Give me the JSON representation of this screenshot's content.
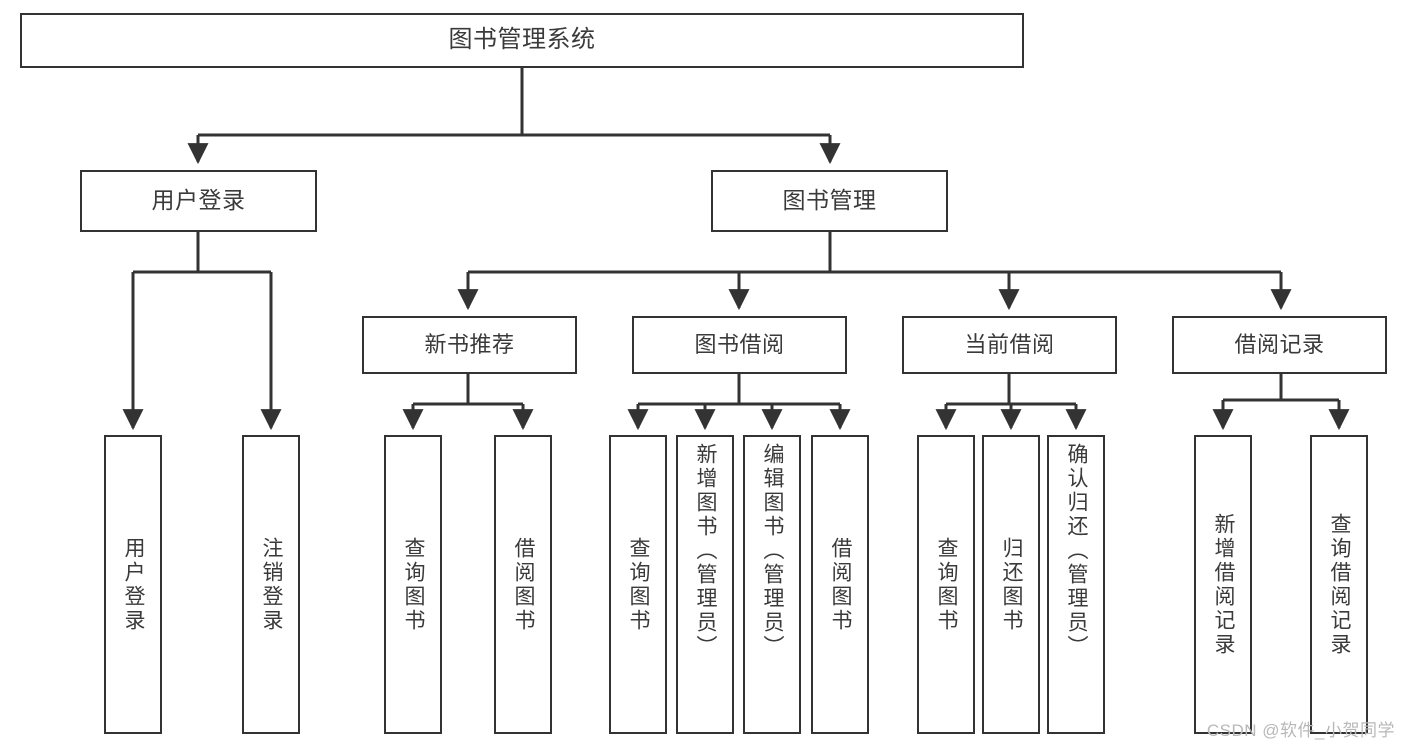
{
  "diagram": {
    "title": "图书管理系统",
    "type": "tree-hierarchy-diagram",
    "watermark": "CSDN @软件_小贺同学",
    "colors": {
      "box_border": "#333333",
      "box_fill": "#ffffff",
      "edge": "#333333",
      "text": "#3a3a3a",
      "watermark": "#b8b8b8",
      "background": "#ffffff"
    },
    "root": {
      "label": "图书管理系统"
    },
    "level2": [
      {
        "id": "user-login",
        "label": "用户登录"
      },
      {
        "id": "book-management",
        "label": "图书管理"
      }
    ],
    "level3": [
      {
        "id": "new-book-recommend",
        "label": "新书推荐"
      },
      {
        "id": "book-borrow",
        "label": "图书借阅"
      },
      {
        "id": "current-borrow",
        "label": "当前借阅"
      },
      {
        "id": "borrow-record",
        "label": "借阅记录"
      }
    ],
    "leaves": {
      "user_login": [
        {
          "id": "leaf-user-login",
          "label": "用户登录"
        },
        {
          "id": "leaf-logout-login",
          "label": "注销登录"
        }
      ],
      "new_book_recommend": [
        {
          "id": "leaf-query-book-1",
          "label": "查询图书"
        },
        {
          "id": "leaf-borrow-book-1",
          "label": "借阅图书"
        }
      ],
      "book_borrow": [
        {
          "id": "leaf-query-book-2",
          "label": "查询图书"
        },
        {
          "id": "leaf-add-book",
          "label": "新增图书（管理员）"
        },
        {
          "id": "leaf-edit-book",
          "label": "编辑图书（管理员）"
        },
        {
          "id": "leaf-borrow-book-2",
          "label": "借阅图书"
        }
      ],
      "current_borrow": [
        {
          "id": "leaf-query-book-3",
          "label": "查询图书"
        },
        {
          "id": "leaf-return-book",
          "label": "归还图书"
        },
        {
          "id": "leaf-confirm-return",
          "label": "确认归还（管理员）"
        }
      ],
      "borrow_record": [
        {
          "id": "leaf-add-record",
          "label": "新增借阅记录"
        },
        {
          "id": "leaf-query-record",
          "label": "查询借阅记录"
        }
      ]
    }
  }
}
